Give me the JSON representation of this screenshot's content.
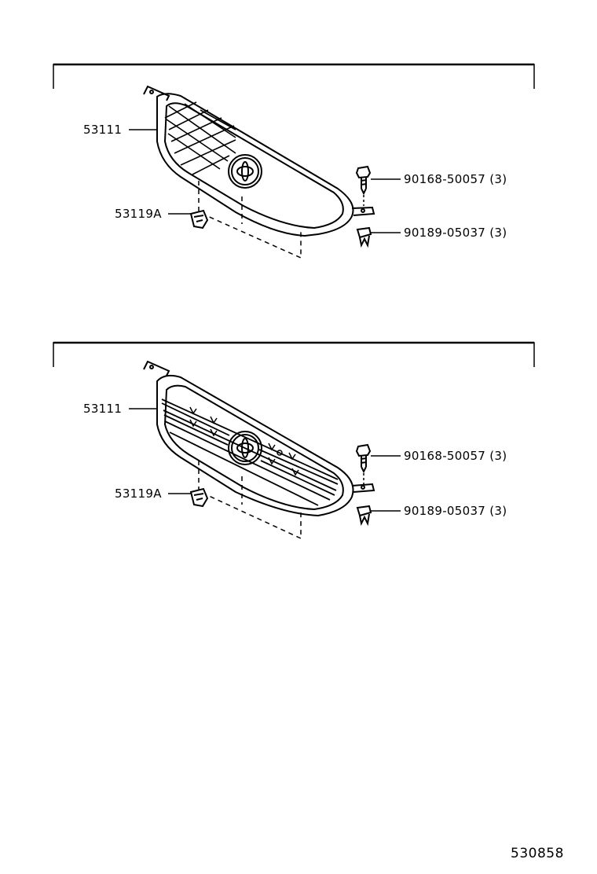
{
  "diagrams": [
    {
      "variant": "mesh",
      "parts": {
        "grille": "53111",
        "retainer": "53119A",
        "screw": "90168-50057 (3)",
        "clip": "90189-05037 (3)"
      }
    },
    {
      "variant": "slats",
      "parts": {
        "grille": "53111",
        "retainer": "53119A",
        "screw": "90168-50057 (3)",
        "clip": "90189-05037 (3)"
      }
    }
  ],
  "footer": {
    "figure_number": "530858"
  }
}
